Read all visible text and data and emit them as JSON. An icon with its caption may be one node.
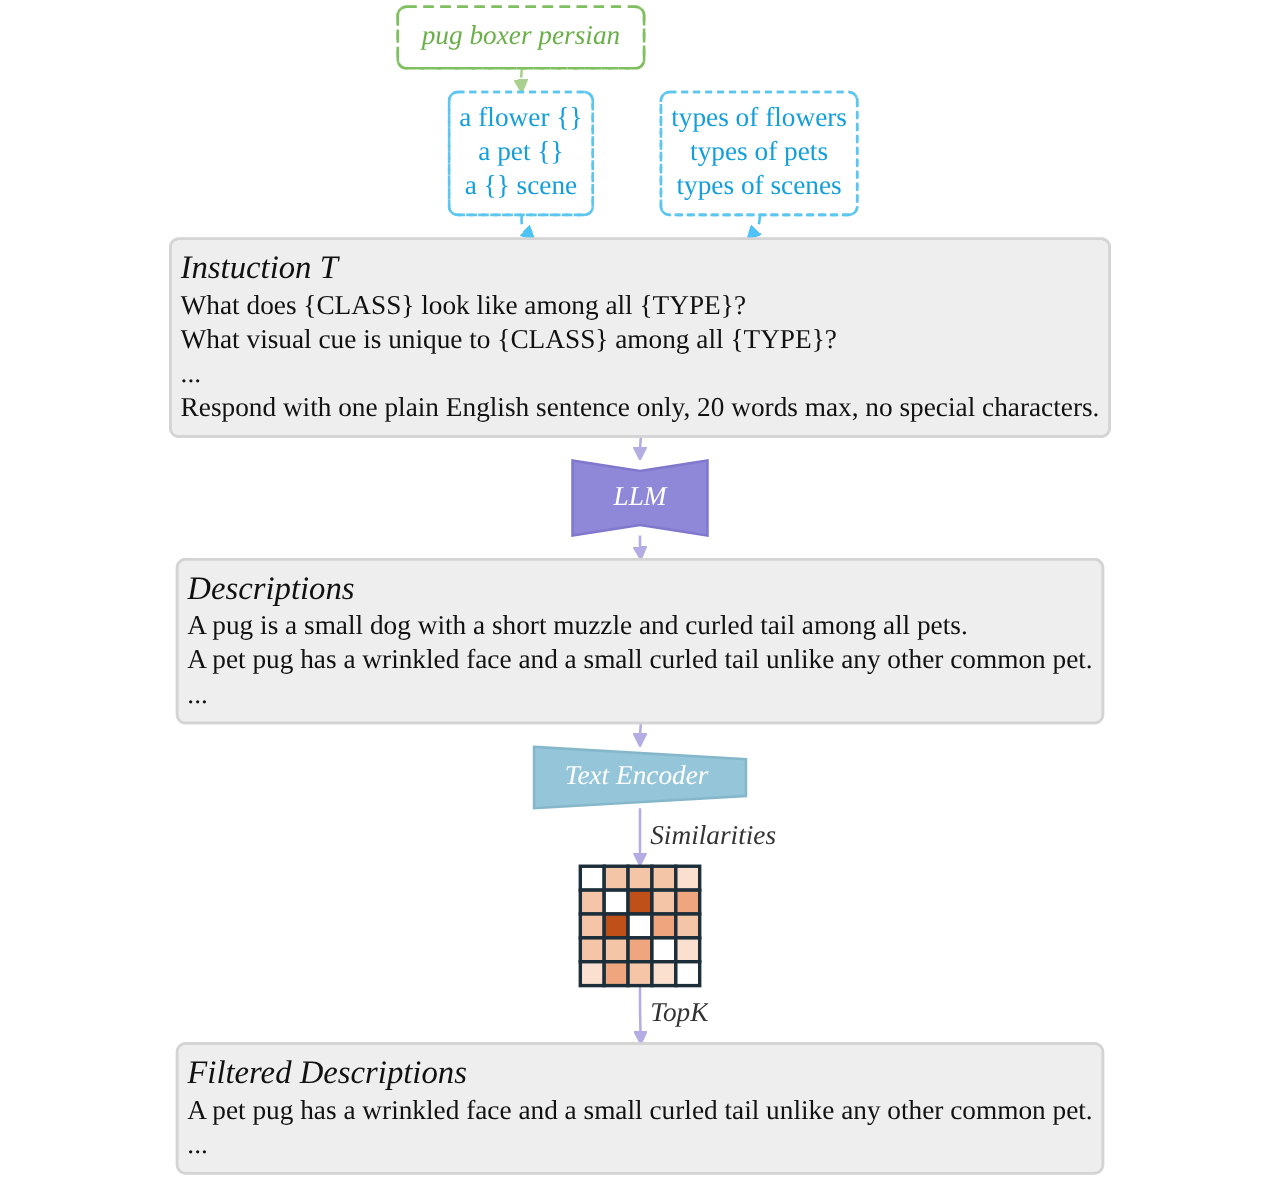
{
  "diagram": {
    "nodes": [
      {
        "text": [
          "pug boxer persian"
        ]
      },
      {
        "text": [
          "a flower {}",
          "a pet {}",
          "a {} scene"
        ]
      },
      {
        "text": [
          "types of flowers",
          "types of pets",
          "types of scenes"
        ]
      },
      {
        "text": [
          "Instuction T",
          "What does {CLASS} look like among all {TYPE}?",
          "What visual cue is unique to {CLASS} among all {TYPE}?",
          "...",
          "Respond with one plain English sentence only, 20 words max, no special characters."
        ]
      },
      {
        "text": [
          "LLM"
        ]
      },
      {
        "text": [
          "Descriptions",
          "A pug is a small dog with a short muzzle and curled tail among all pets.",
          "A pet pug has a wrinkled face and a small curled tail unlike any other common pet.",
          "..."
        ]
      },
      {
        "text": [
          "Text Encoder"
        ]
      },
      {
        "text": [],
        "shape": "grid"
      },
      {
        "text": [
          "Filtered Descriptions",
          "A pet pug has a wrinkled face and a small curled tail unlike any other common pet.",
          "..."
        ]
      }
    ],
    "edges": [
      {
        "from": 0,
        "to": 1,
        "arrow": "to",
        "style": "dashed",
        "color": "#a9d18e"
      },
      {
        "from": 1,
        "to": 3,
        "arrow": "to",
        "style": "dashed",
        "color": "#4fc3f7"
      },
      {
        "from": 2,
        "to": 3,
        "arrow": "to",
        "style": "dashed",
        "color": "#4fc3f7"
      },
      {
        "from": 3,
        "to": 4,
        "arrow": "to"
      },
      {
        "from": 4,
        "to": 5,
        "arrow": "to"
      },
      {
        "from": 5,
        "to": 6,
        "arrow": "to"
      },
      {
        "from": 6,
        "to": 7,
        "arrow": "to",
        "label": "Similarities"
      },
      {
        "from": 7,
        "to": 8,
        "arrow": "to",
        "label": "TopK"
      }
    ]
  }
}
